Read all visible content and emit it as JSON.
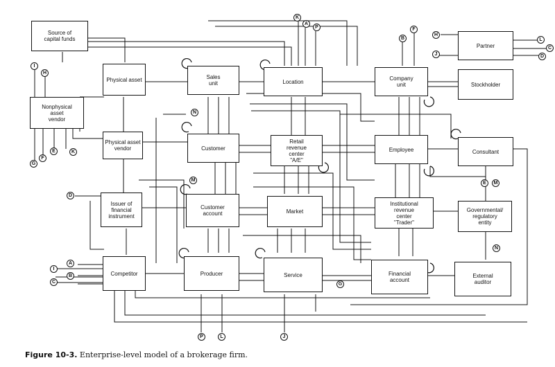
{
  "boxes": {
    "source_capital": "Source of\ncapital funds",
    "physical_asset": "Physical asset",
    "sales_unit": "Sales\nunit",
    "location": "Location",
    "company_unit": "Company\nunit",
    "partner": "Partner",
    "stockholder": "Stockholder",
    "nonphysical_vendor": "Nonphysical\nasset\nvendor",
    "physical_vendor": "Physical asset\nvendor",
    "customer": "Customer",
    "retail_center": "Retail\nrevenue\ncenter\n\"A/E\"",
    "employee": "Employee",
    "consultant": "Consultant",
    "issuer": "Issuer of\nfinancial\ninstrument",
    "customer_account": "Customer\naccount",
    "market": "Market",
    "institutional_center": "Institutional\nrevenue\ncenter\n\"Trader\"",
    "government": "Governmental/\nregulatory\nentity",
    "competitor": "Competitor",
    "producer": "Producer",
    "service": "Service",
    "financial_account": "Financial\naccount",
    "external_auditor": "External\nauditor"
  },
  "nodes": [
    "K",
    "A",
    "P",
    "B",
    "F",
    "H",
    "J",
    "L",
    "C",
    "D",
    "I",
    "H",
    "G",
    "F",
    "E",
    "K",
    "N",
    "M",
    "D",
    "E",
    "M",
    "N",
    "I",
    "A",
    "B",
    "C",
    "G",
    "P",
    "L",
    "J"
  ],
  "caption": {
    "label": "Figure 10-3.",
    "text": "Enterprise-level model of a brokerage firm."
  }
}
